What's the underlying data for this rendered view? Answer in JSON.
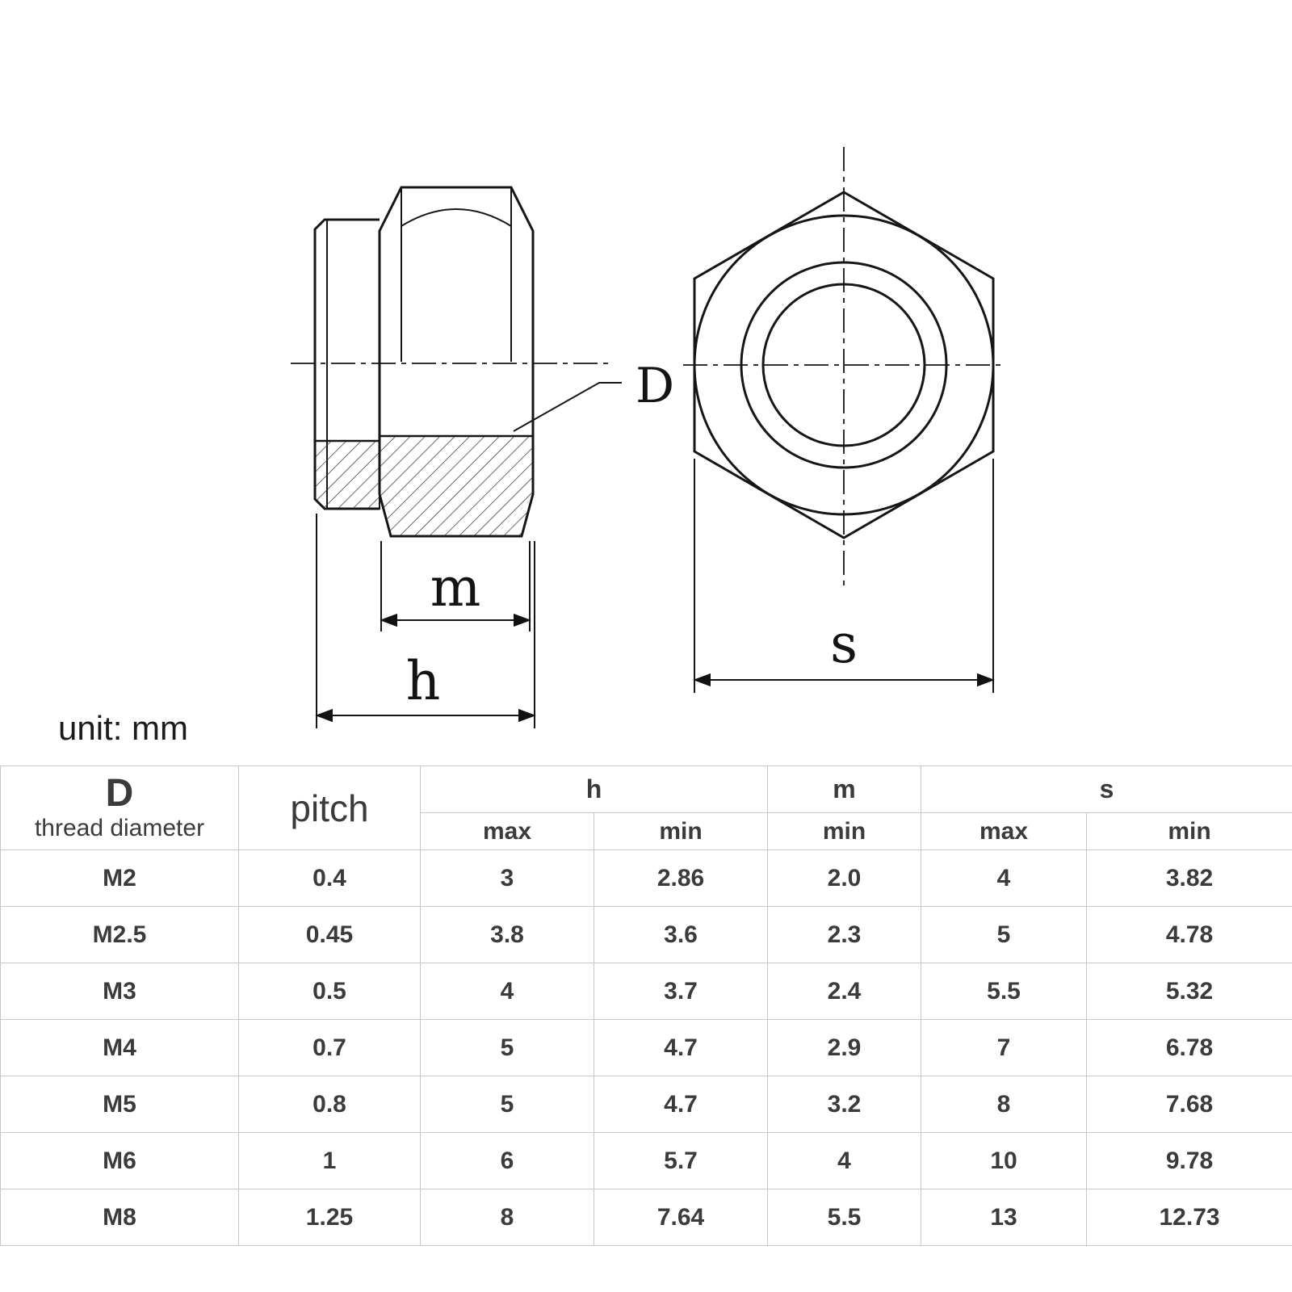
{
  "unit_label": "unit: mm",
  "drawing": {
    "labels": {
      "d": "D",
      "m": "m",
      "h": "h",
      "s": "s"
    }
  },
  "table": {
    "header": {
      "d_main": "D",
      "d_sub": "thread diameter",
      "pitch": "pitch",
      "h": "h",
      "m": "m",
      "s": "s",
      "h_max": "max",
      "h_min": "min",
      "m_min": "min",
      "s_max": "max",
      "s_min": "min"
    },
    "rows": [
      [
        "M2",
        "0.4",
        "3",
        "2.86",
        "2.0",
        "4",
        "3.82"
      ],
      [
        "M2.5",
        "0.45",
        "3.8",
        "3.6",
        "2.3",
        "5",
        "4.78"
      ],
      [
        "M3",
        "0.5",
        "4",
        "3.7",
        "2.4",
        "5.5",
        "5.32"
      ],
      [
        "M4",
        "0.7",
        "5",
        "4.7",
        "2.9",
        "7",
        "6.78"
      ],
      [
        "M5",
        "0.8",
        "5",
        "4.7",
        "3.2",
        "8",
        "7.68"
      ],
      [
        "M6",
        "1",
        "6",
        "5.7",
        "4",
        "10",
        "9.78"
      ],
      [
        "M8",
        "1.25",
        "8",
        "7.64",
        "5.5",
        "13",
        "12.73"
      ]
    ]
  }
}
